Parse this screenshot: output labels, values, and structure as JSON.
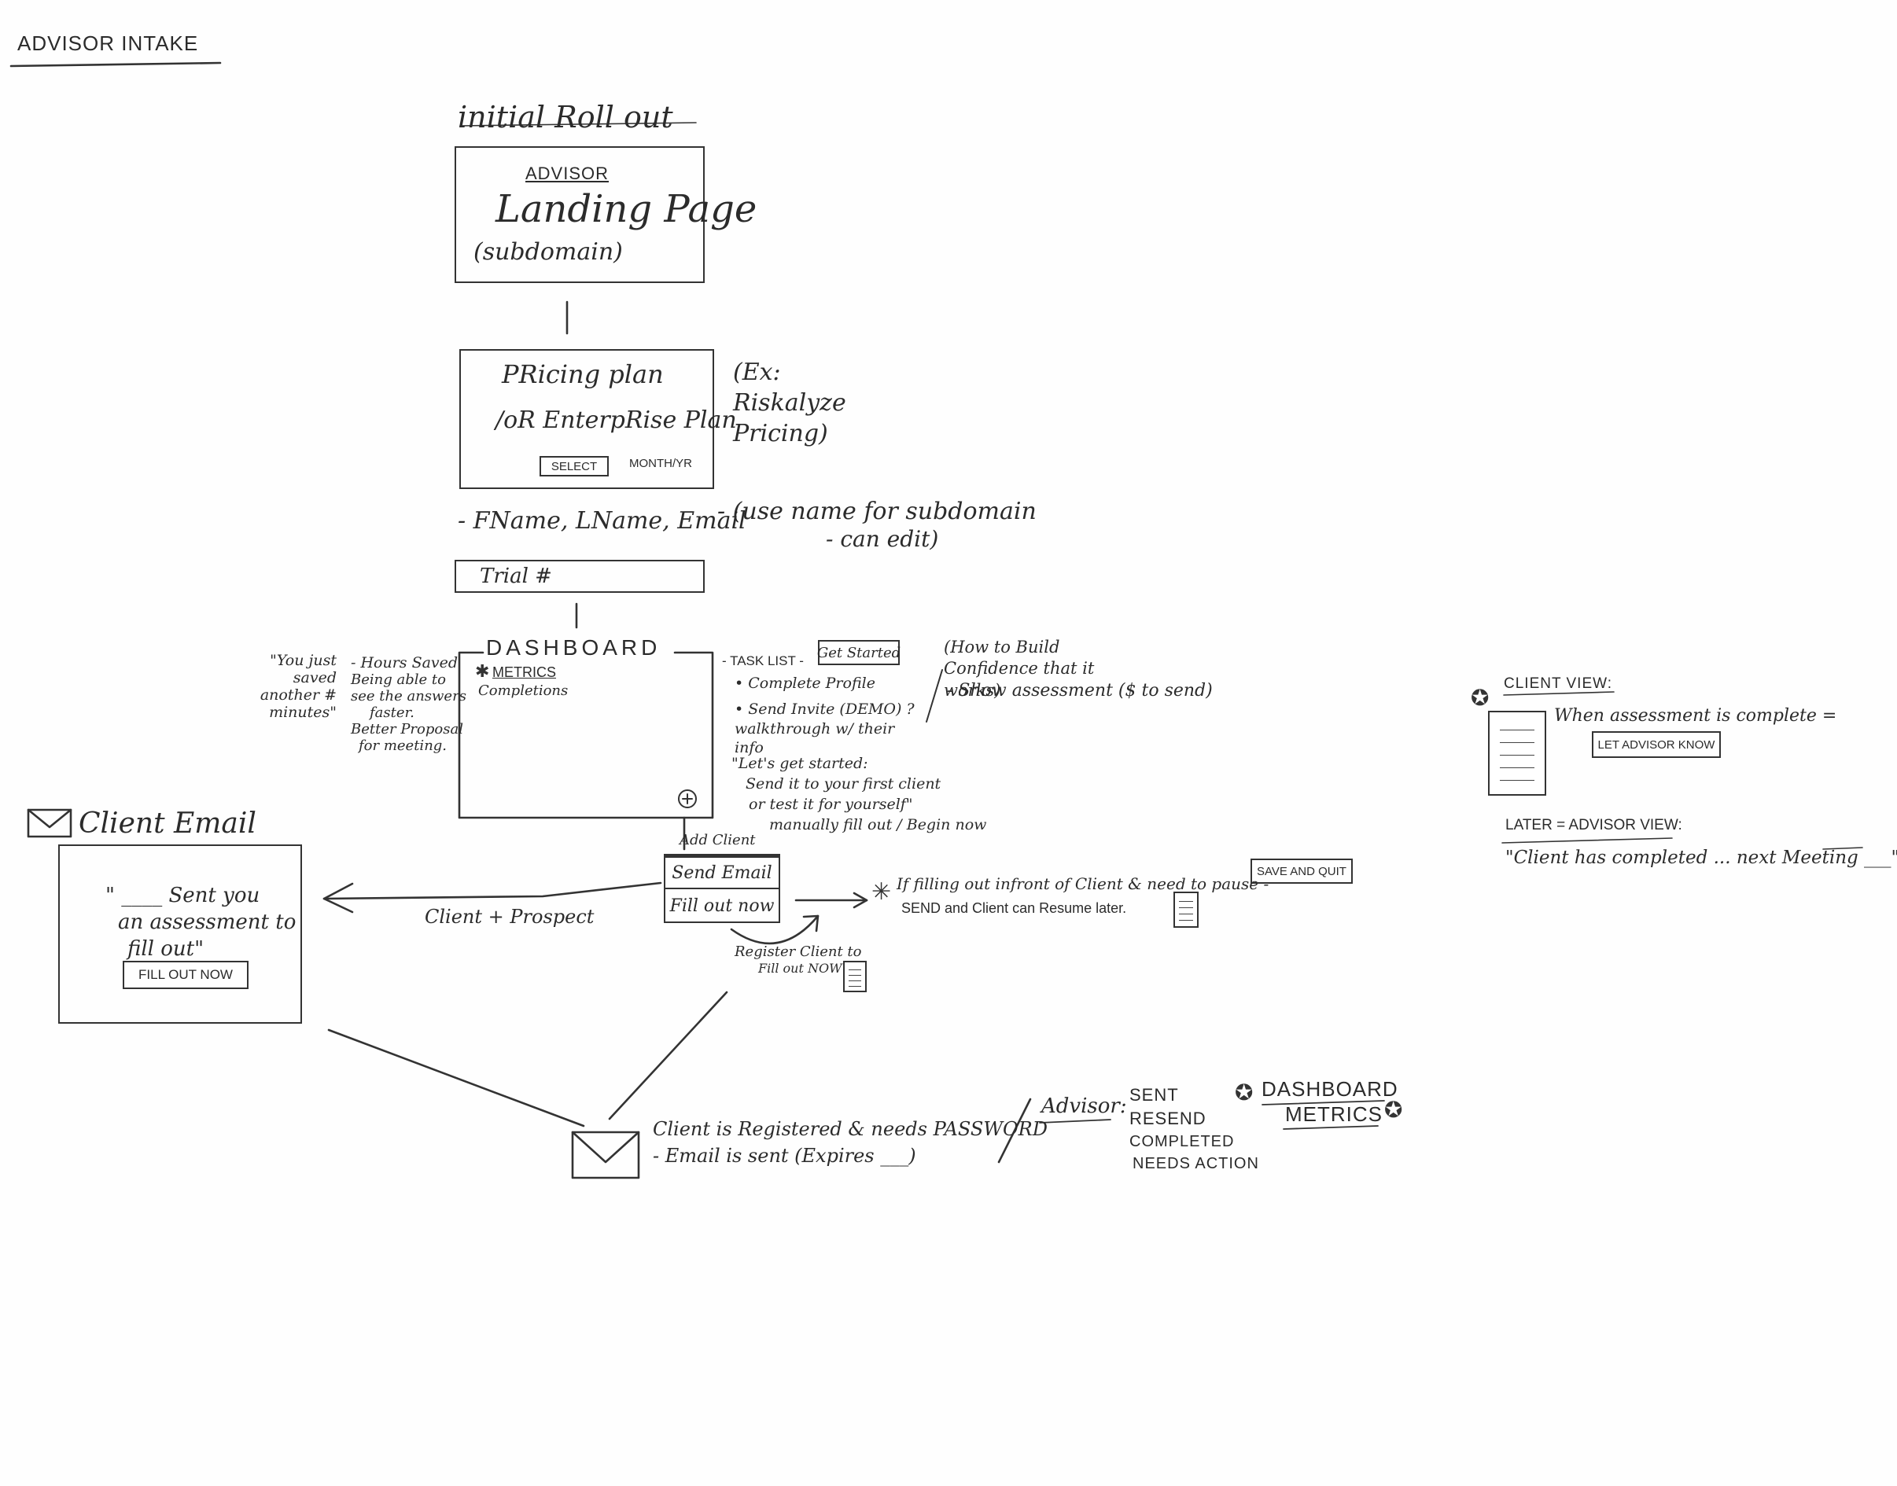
{
  "page": {
    "title": "ADVISOR INTAKE",
    "rollout_title": "initial Roll out"
  },
  "landing": {
    "heading_small": "ADVISOR",
    "heading_large": "Landing Page",
    "subtitle": "(subdomain)"
  },
  "pricing": {
    "line1": "PRicing plan",
    "line2": "/oR EnterpRise Plan",
    "select_label": "SELECT",
    "period_label": "MONTH/YR",
    "note": "(Ex: Riskalyze Pricing)"
  },
  "signup": {
    "fields": "- FName, LName, Email",
    "note_line1": "- (use name for subdomain",
    "note_line2": "- can edit)",
    "trial_label": "Trial #"
  },
  "dashboard": {
    "title": "DASHBOARD",
    "metrics_label": "METRICS",
    "completions_label": "Completions",
    "quote": "\"You just saved another # minutes\"",
    "hours_saved": [
      "- Hours Saved",
      "Being able to",
      "see the answers",
      "faster.",
      "Better Proposal",
      "for meeting."
    ],
    "task_list_label": "- TASK LIST -",
    "get_started_label": "Get Started",
    "tasks": [
      "• Complete Profile",
      "• Send Invite (DEMO) ? walkthrough w/ their info"
    ],
    "confidence_note": "(How to Build Confidence that it works)",
    "show_assessment": "- Show assessment ($ to send)",
    "lets_get_started": [
      "\"Let's get started:",
      "Send it to your first client",
      "or test it for yourself\"",
      "manually fill out / Begin now"
    ]
  },
  "add_client": {
    "label": "Add Client",
    "send_email": "Send Email",
    "fill_out_now": "Fill out now"
  },
  "client_email": {
    "title": "Client Email",
    "body_line1": "\" ____ Sent you",
    "body_line2": "an assessment to",
    "body_line3": "fill out\"",
    "button_label": "FILL OUT NOW",
    "edge_label": "Client + Prospect"
  },
  "fill_out_flow": {
    "note_line1": "If filling out infront of Client & need to pause -",
    "note_line2": "SEND and Client can Resume later.",
    "save_quit_label": "SAVE AND QUIT",
    "register_line1": "Register Client to",
    "register_line2": "Fill out NOW"
  },
  "registered": {
    "line1": "Client is Registered & needs PASSWORD",
    "line2": "- Email is sent (Expires ___)"
  },
  "advisor_status": {
    "label": "Advisor:",
    "statuses": [
      "SENT",
      "RESEND",
      "COMPLETED",
      "NEEDS ACTION"
    ],
    "dashboard_metrics_line1": "DASHBOARD",
    "dashboard_metrics_line2": "METRICS"
  },
  "client_view": {
    "title": "CLIENT VIEW:",
    "condition": "When assessment is complete =",
    "button_label": "LET ADVISOR KNOW",
    "later_title": "LATER = ADVISOR VIEW:",
    "later_quote": "\"Client has completed ... next Meeting ___\""
  }
}
